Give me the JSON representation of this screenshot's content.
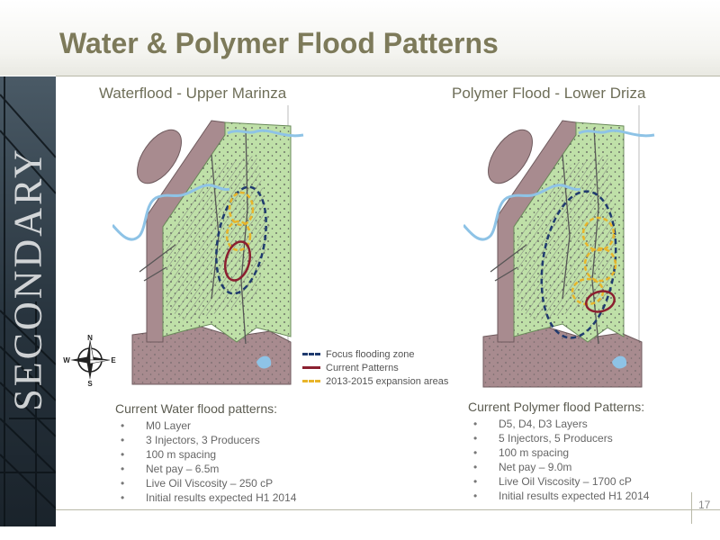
{
  "slide": {
    "title": "Water & Polymer Flood Patterns",
    "side_word": "SECONDARY",
    "page_number": "17"
  },
  "maps": [
    {
      "title": "Waterflood - Upper Marinza"
    },
    {
      "title": "Polymer Flood - Lower Driza"
    }
  ],
  "compass": {
    "n": "N",
    "s": "S",
    "e": "E",
    "w": "W"
  },
  "legend": [
    {
      "label": "Focus flooding zone",
      "color": "#1f3a6e",
      "style": "dashed"
    },
    {
      "label": "Current Patterns",
      "color": "#8b2030",
      "style": "solid"
    },
    {
      "label": "2013-2015 expansion areas",
      "color": "#e8b52a",
      "style": "dashed"
    }
  ],
  "water_info": {
    "heading": "Current Water flood patterns:",
    "items": [
      "M0 Layer",
      "3 Injectors, 3 Producers",
      "100 m spacing",
      "Net pay – 6.5m",
      "Live Oil Viscosity – 250 cP",
      "Initial results expected H1 2014"
    ]
  },
  "polymer_info": {
    "heading": "Current Polymer flood Patterns:",
    "items": [
      "D5, D4, D3 Layers",
      "5 Injectors, 5 Producers",
      "100 m spacing",
      "Net pay – 9.0m",
      "Live Oil Viscosity – 1700 cP",
      "Initial results expected H1 2014"
    ]
  },
  "colors": {
    "field_green": "#bfe0a8",
    "formation_mauve": "#a88b8f",
    "river_blue": "#8ec3e6",
    "title_olive": "#7d7a5a"
  }
}
